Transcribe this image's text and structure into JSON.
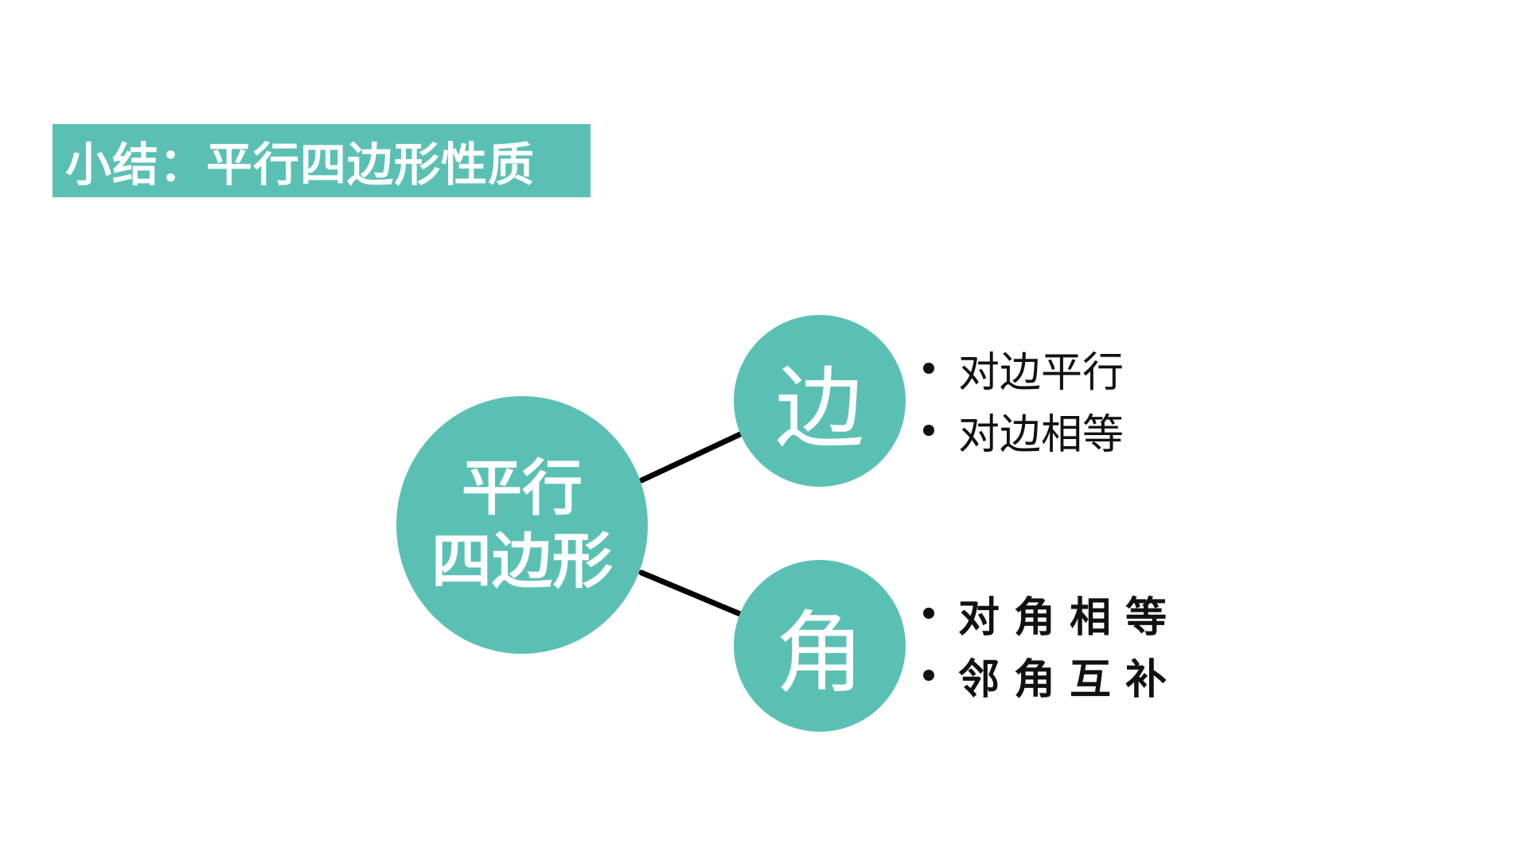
{
  "title": "小结：平行四边形性质",
  "center_node": {
    "line1": "平行",
    "line2": "四边形"
  },
  "branches": [
    {
      "node": "边",
      "items": [
        "对边平行",
        "对边相等"
      ]
    },
    {
      "node": "角",
      "items": [
        "对角相等",
        "邻角互补"
      ]
    }
  ],
  "colors": {
    "accent": "#5bc0b4",
    "text_on_accent": "#ffffff",
    "body_text": "#111111",
    "connector": "#000000"
  }
}
